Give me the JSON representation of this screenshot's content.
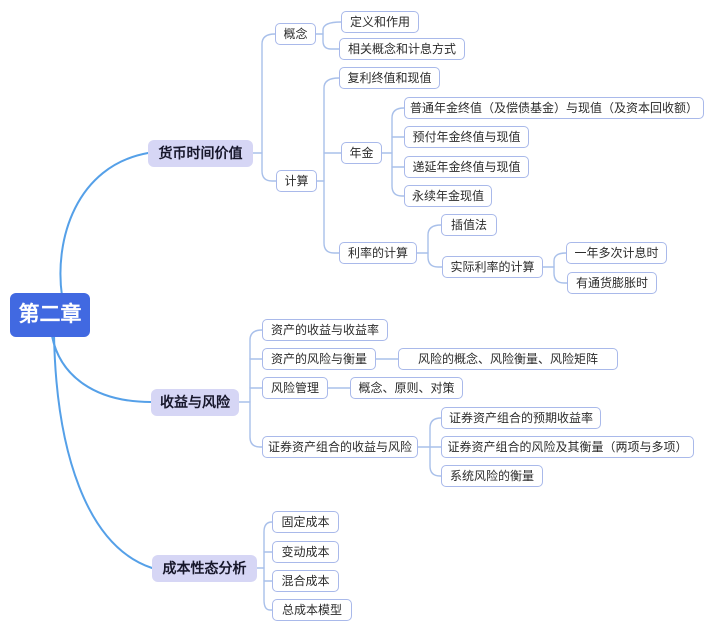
{
  "mindmap": {
    "root": {
      "label": "第二章"
    },
    "branches": [
      {
        "label": "货币时间价值",
        "children": [
          {
            "label": "概念",
            "children": [
              {
                "label": "定义和作用"
              },
              {
                "label": "相关概念和计息方式"
              }
            ]
          },
          {
            "label": "计算",
            "children": [
              {
                "label": "复利终值和现值"
              },
              {
                "label": "年金",
                "children": [
                  {
                    "label": "普通年金终值（及偿债基金）与现值（及资本回收额）"
                  },
                  {
                    "label": "预付年金终值与现值"
                  },
                  {
                    "label": "递延年金终值与现值"
                  },
                  {
                    "label": "永续年金现值"
                  }
                ]
              },
              {
                "label": "利率的计算",
                "children": [
                  {
                    "label": "插值法"
                  },
                  {
                    "label": "实际利率的计算",
                    "children": [
                      {
                        "label": "一年多次计息时"
                      },
                      {
                        "label": "有通货膨胀时"
                      }
                    ]
                  }
                ]
              }
            ]
          }
        ]
      },
      {
        "label": "收益与风险",
        "children": [
          {
            "label": "资产的收益与收益率"
          },
          {
            "label": "资产的风险与衡量",
            "children": [
              {
                "label": "风险的概念、风险衡量、风险矩阵"
              }
            ]
          },
          {
            "label": "风险管理",
            "children": [
              {
                "label": "概念、原则、对策"
              }
            ]
          },
          {
            "label": "证券资产组合的收益与风险",
            "children": [
              {
                "label": "证券资产组合的预期收益率"
              },
              {
                "label": "证券资产组合的风险及其衡量（两项与多项）"
              },
              {
                "label": "系统风险的衡量"
              }
            ]
          }
        ]
      },
      {
        "label": "成本性态分析",
        "children": [
          {
            "label": "固定成本"
          },
          {
            "label": "变动成本"
          },
          {
            "label": "混合成本"
          },
          {
            "label": "总成本模型"
          }
        ]
      }
    ]
  },
  "colors": {
    "root_fill": "#4169E1",
    "branch_fill": "#D6D6F5",
    "leaf_border": "#A9B9EA",
    "main_link": "#55A0E8",
    "sub_link": "#A9C0EA"
  }
}
